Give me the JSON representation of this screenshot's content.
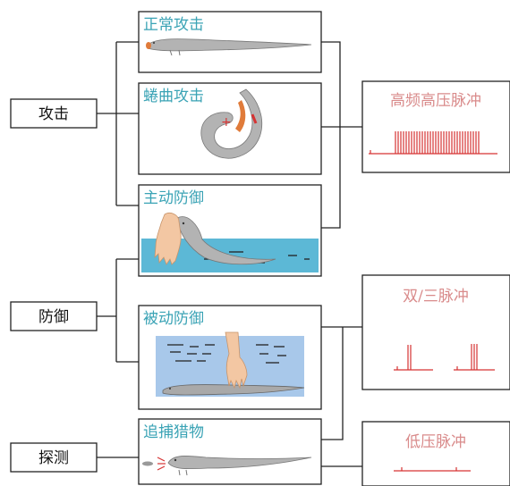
{
  "categories": [
    {
      "id": "attack",
      "label": "攻击"
    },
    {
      "id": "defense",
      "label": "防御"
    },
    {
      "id": "detect",
      "label": "探测"
    }
  ],
  "behaviors": [
    {
      "id": "normal-attack",
      "label": "正常攻击"
    },
    {
      "id": "curl-attack",
      "label": "蜷曲攻击"
    },
    {
      "id": "active-defense",
      "label": "主动防御"
    },
    {
      "id": "passive-defense",
      "label": "被动防御"
    },
    {
      "id": "hunt-prey",
      "label": "追捕猎物"
    }
  ],
  "pulses": [
    {
      "id": "high-freq",
      "label": "高频高压脉冲"
    },
    {
      "id": "double-triple",
      "label": "双/三脉冲"
    },
    {
      "id": "low-voltage",
      "label": "低压脉冲"
    }
  ],
  "colors": {
    "behavior_text": "#3aa3b5",
    "pulse_text": "#d98b8b",
    "pulse_line": "#d63333",
    "water": "#5cb8d6",
    "eel_body": "#b3b3b3",
    "eel_head_accent": "#e07b3a",
    "line": "#222222"
  },
  "icons": [
    "eel-icon",
    "hand-icon",
    "water-icon"
  ]
}
